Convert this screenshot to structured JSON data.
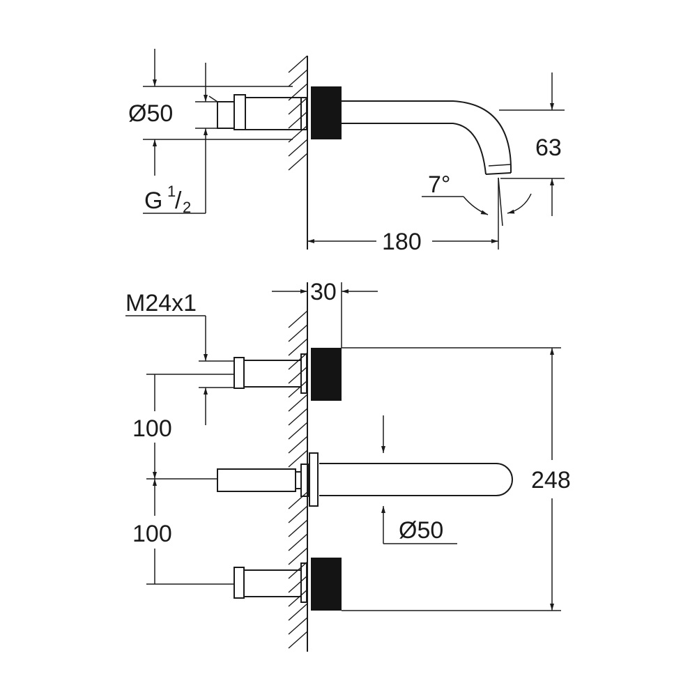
{
  "top_view": {
    "diameter_label": "Ø50",
    "thread_label_main": "G",
    "thread_label_num": "1",
    "thread_label_den": "2",
    "height_label": "63",
    "angle_label": "7°",
    "projection_label": "180"
  },
  "front_view": {
    "depth_label": "30",
    "thread_label": "M24x1",
    "spacing_upper_label": "100",
    "spacing_lower_label": "100",
    "spout_diameter_label": "Ø50",
    "overall_height_label": "248"
  },
  "colors": {
    "line": "#1a1a1a",
    "block_fill": "#141414",
    "background": "#ffffff"
  }
}
